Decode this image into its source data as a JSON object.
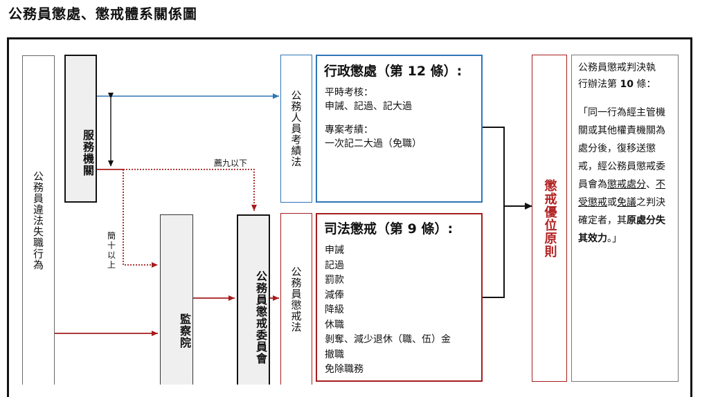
{
  "title": "公務員懲處、懲戒體系關係圖",
  "nodes": {
    "misconduct": "公務員違法失職行為",
    "agency": "服務機關",
    "control_yuan": "監察院",
    "commission": "公務員懲戒委員會",
    "performance_law": "公務人員考績法",
    "discipline_law": "公務員懲戒法",
    "priority_principle": "懲戒優位原則"
  },
  "admin_panel": {
    "heading": "行政懲處（第 12 條）:",
    "groups": [
      {
        "title": "平時考核：",
        "items": "申誡、記過、記大過"
      },
      {
        "title": "專案考績：",
        "items": "一次記二大過（免職）"
      }
    ]
  },
  "judicial_panel": {
    "heading": "司法懲戒（第 9 條）:",
    "items": [
      "申誡",
      "記過",
      "罰款",
      "減俸",
      "降級",
      "休職",
      "剝奪、減少退休（職、伍）金",
      "撤職",
      "免除職務"
    ]
  },
  "rule_panel": {
    "heading_line1": "公務員懲戒判決執",
    "heading_line2_pre": "行辦法第 ",
    "heading_num": "10",
    "heading_line2_post": " 條：",
    "quote": {
      "p1": "「同一行為經主管機關或其他權責機關為處分後，復移送懲戒，經公務員懲戒委員會為",
      "u1": "懲戒處分",
      "p2": "、",
      "u2": "不受懲戒",
      "p3": "或",
      "u3": "免議",
      "p4": "之判決確定者，其",
      "b1": "原處分失其效力",
      "p5": "。」"
    }
  },
  "edge_labels": {
    "rank9": "薦九以下",
    "rank10": "簡十以上"
  },
  "colors": {
    "blue": "#2e75b6",
    "red": "#a61c1c",
    "dark_red": "#b22222",
    "box_gray": "#efefef"
  }
}
